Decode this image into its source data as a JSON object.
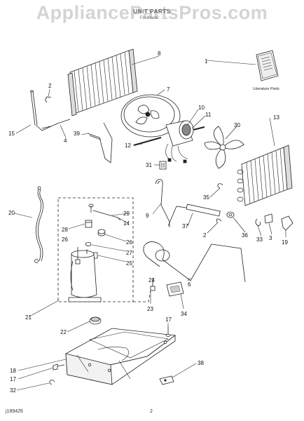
{
  "header": {
    "watermark": "AppliancePartsPros.com",
    "title": "UNIT PARTS",
    "subtitle": "For Model: ..."
  },
  "literature_label": "Literature Parts",
  "footer": {
    "doc_number": "j189426",
    "page_number": "2"
  },
  "callouts": {
    "c1": "1",
    "c2a": "2",
    "c2b": "2",
    "c3": "3",
    "c4": "4",
    "c6": "6",
    "c7": "7",
    "c8": "8",
    "c9": "9",
    "c10": "10",
    "c11": "11",
    "c12": "12",
    "c13": "13",
    "c14": "14",
    "c15": "15",
    "c17a": "17",
    "c17b": "17",
    "c18": "18",
    "c19": "19",
    "c20": "20",
    "c21": "21",
    "c22": "22",
    "c23": "23",
    "c24": "24",
    "c25": "25",
    "c26a": "26",
    "c26b": "26",
    "c27": "27",
    "c28": "28",
    "c29": "29",
    "c30": "30",
    "c31": "31",
    "c32": "32",
    "c33": "33",
    "c34": "34",
    "c35": "35",
    "c36": "36",
    "c37": "37",
    "c38": "38",
    "c39": "39"
  }
}
